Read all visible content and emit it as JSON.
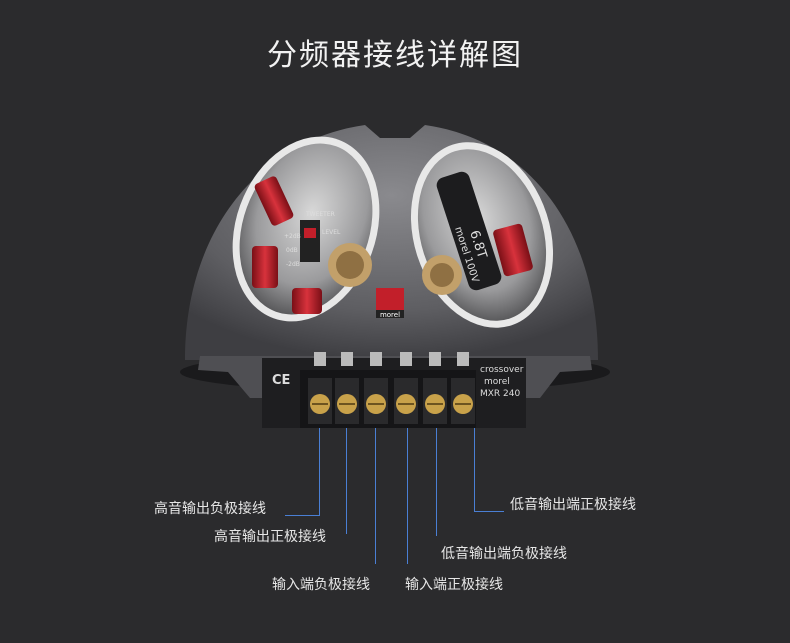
{
  "title": "分频器接线详解图",
  "device": {
    "brand_logo": "morel",
    "tweeter_label": "TWEETER",
    "level_label": "LEVEL",
    "level_plus": "+2dB",
    "level_zero": "0dB",
    "level_minus": "-2dB",
    "ce_mark": "CE",
    "model_line1": "crossover",
    "model_line2": "morel",
    "model_line3": "MXR 240",
    "cap_text": "6.8T",
    "cap_text2": "morel 100V"
  },
  "labels": {
    "hf_neg": "高音输出负极接线",
    "hf_pos": "高音输出正极接线",
    "in_neg": "输入端负极接线",
    "in_pos": "输入端正极接线",
    "lf_neg": "低音输出端负极接线",
    "lf_pos": "低音输出端正极接线"
  },
  "colors": {
    "background": "#2b2b2d",
    "guide_line": "#4a7fd4",
    "housing": "#6a6a6e",
    "capacitor": "#c21f2a"
  }
}
